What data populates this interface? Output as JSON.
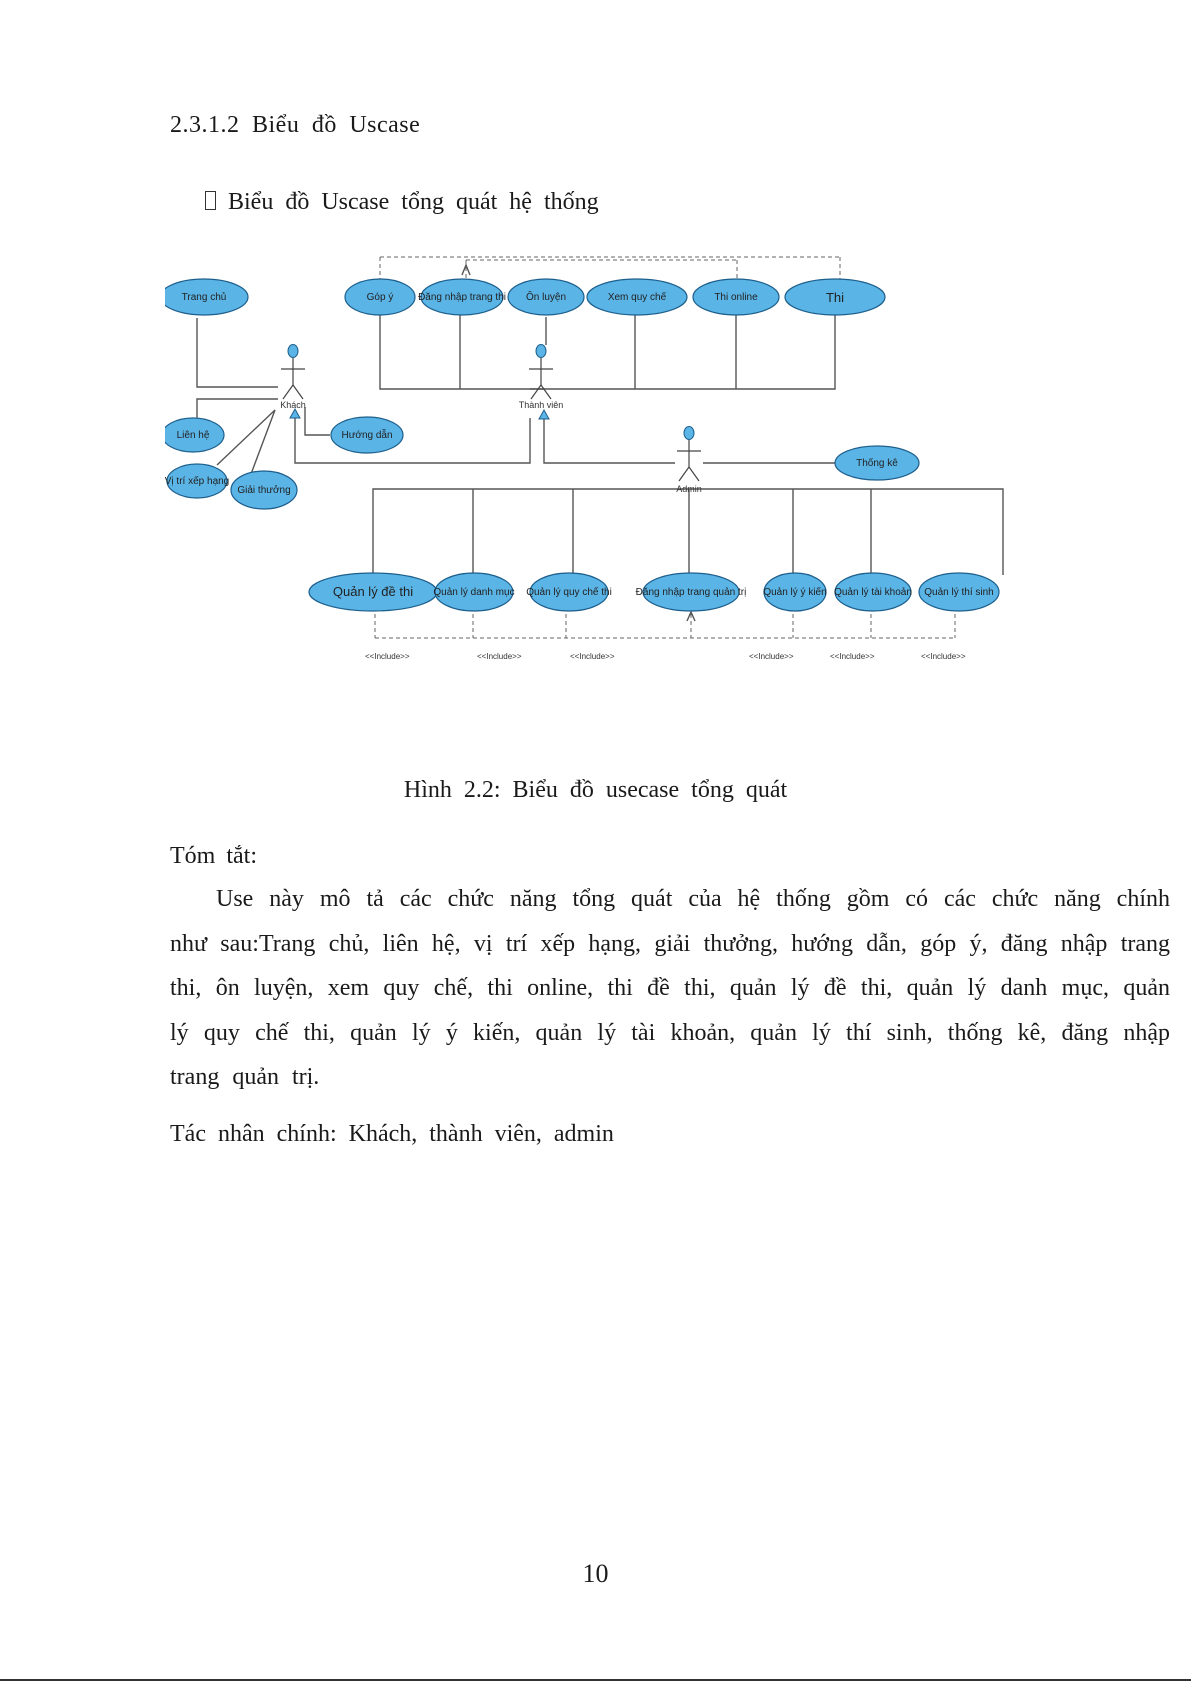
{
  "heading": "2.3.1.2  Biểu đồ Uscase",
  "bullet_text": "Biểu đồ Uscase tổng quát hệ thống",
  "diagram": {
    "actors": {
      "guest": "Khách",
      "member": "Thành viên",
      "admin": "Admin"
    },
    "usecases": {
      "home": "Trang chủ",
      "contact": "Liên hệ",
      "ranking": "Vị trí xếp hạng",
      "prize": "Giải thưởng",
      "guide": "Hướng dẫn",
      "feedback": "Góp ý",
      "login_exam": "Đăng nhập trang thi",
      "practice": "Ôn luyện",
      "rules": "Xem quy chế",
      "online_exam": "Thi online",
      "exam": "Thi",
      "stats": "Thống kê",
      "manage_exam": "Quản lý đề thi",
      "manage_category": "Quản lý danh mục",
      "manage_rules": "Quản lý quy chế thi",
      "login_admin": "Đăng nhập trang quản trị",
      "manage_feedback": "Quản lý ý kiến",
      "manage_account": "Quản lý tài khoản",
      "manage_candidate": "Quản lý thí sinh"
    },
    "include_label": "<<Include>>"
  },
  "caption": "Hình 2.2: Biểu đồ usecase tổng quát",
  "summary_label": "Tóm tắt:",
  "summary_text": "Use này mô tả các chức năng tổng quát của hệ thống gồm có các chức năng chính như sau:Trang chủ, liên hệ, vị trí xếp hạng, giải thưởng, hướng dẫn, góp ý, đăng nhập trang thi, ôn luyện, xem quy chế, thi online, thi đề thi, quản lý đề thi, quản lý danh mục, quản lý quy chế thi, quản lý ý kiến, quản lý tài khoản, quản lý thí sinh, thống kê, đăng nhập trang quản trị.",
  "actors_line": "Tác nhân chính: Khách, thành viên, admin",
  "page_number": "10",
  "colors": {
    "usecase_fill": "#5ab4e6",
    "usecase_stroke": "#1d5f8c",
    "actor_fill": "#5ab4e6",
    "line": "#555555"
  }
}
